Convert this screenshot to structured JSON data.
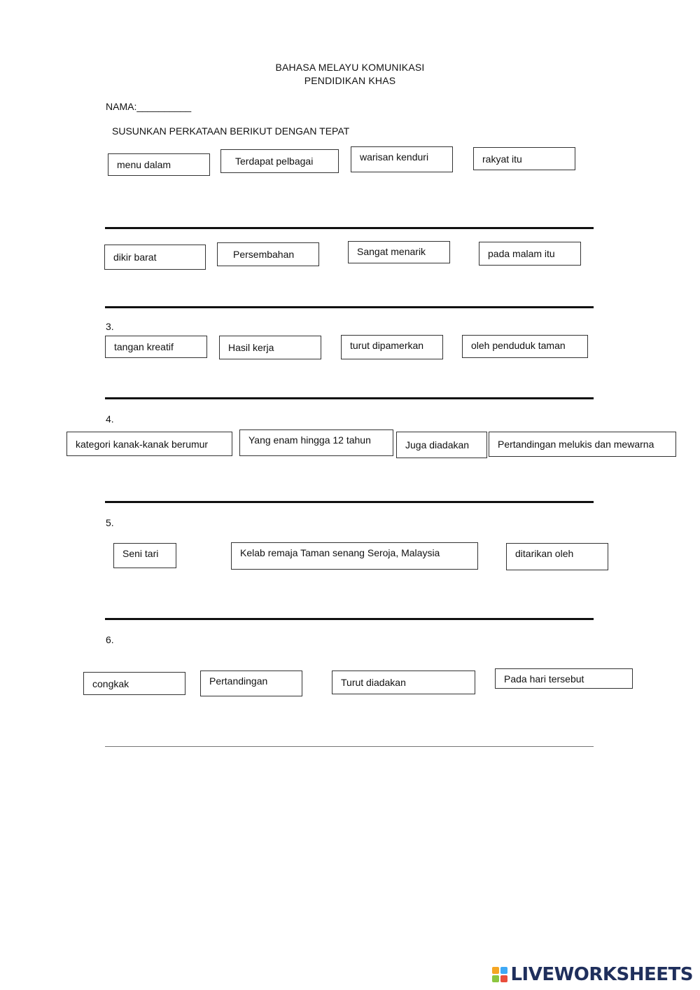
{
  "header": {
    "title_line1": "BAHASA MELAYU KOMUNIKASI",
    "title_line2": "PENDIDIKAN KHAS"
  },
  "name_label": "NAMA:__________",
  "instruction": "SUSUNKAN PERKATAAN BERIKUT DENGAN TEPAT",
  "questions": [
    {
      "number": "",
      "words": [
        "menu dalam",
        "Terdapat pelbagai",
        "warisan kenduri",
        "rakyat itu"
      ]
    },
    {
      "number": "",
      "words": [
        "dikir barat",
        "Persembahan",
        "Sangat menarik",
        "pada malam itu"
      ]
    },
    {
      "number": "3.",
      "words": [
        "tangan kreatif",
        "Hasil kerja",
        "turut dipamerkan",
        "oleh penduduk taman"
      ]
    },
    {
      "number": "4.",
      "words": [
        "kategori kanak-kanak berumur",
        "Yang enam hingga 12 tahun",
        "Juga diadakan",
        "Pertandingan melukis dan mewarna"
      ]
    },
    {
      "number": "5.",
      "words": [
        "Seni tari",
        "Kelab remaja Taman senang Seroja, Malaysia",
        "ditarikan oleh"
      ]
    },
    {
      "number": "6.",
      "words": [
        "congkak",
        "Pertandingan",
        "Turut diadakan",
        "Pada hari tersebut"
      ]
    }
  ],
  "brand": {
    "text": "LIVEWORKSHEETS",
    "colors": {
      "text": "#1f2f5c",
      "mark": [
        "#f5a623",
        "#3fa9f5",
        "#8cc63f",
        "#e94e3c"
      ]
    }
  }
}
